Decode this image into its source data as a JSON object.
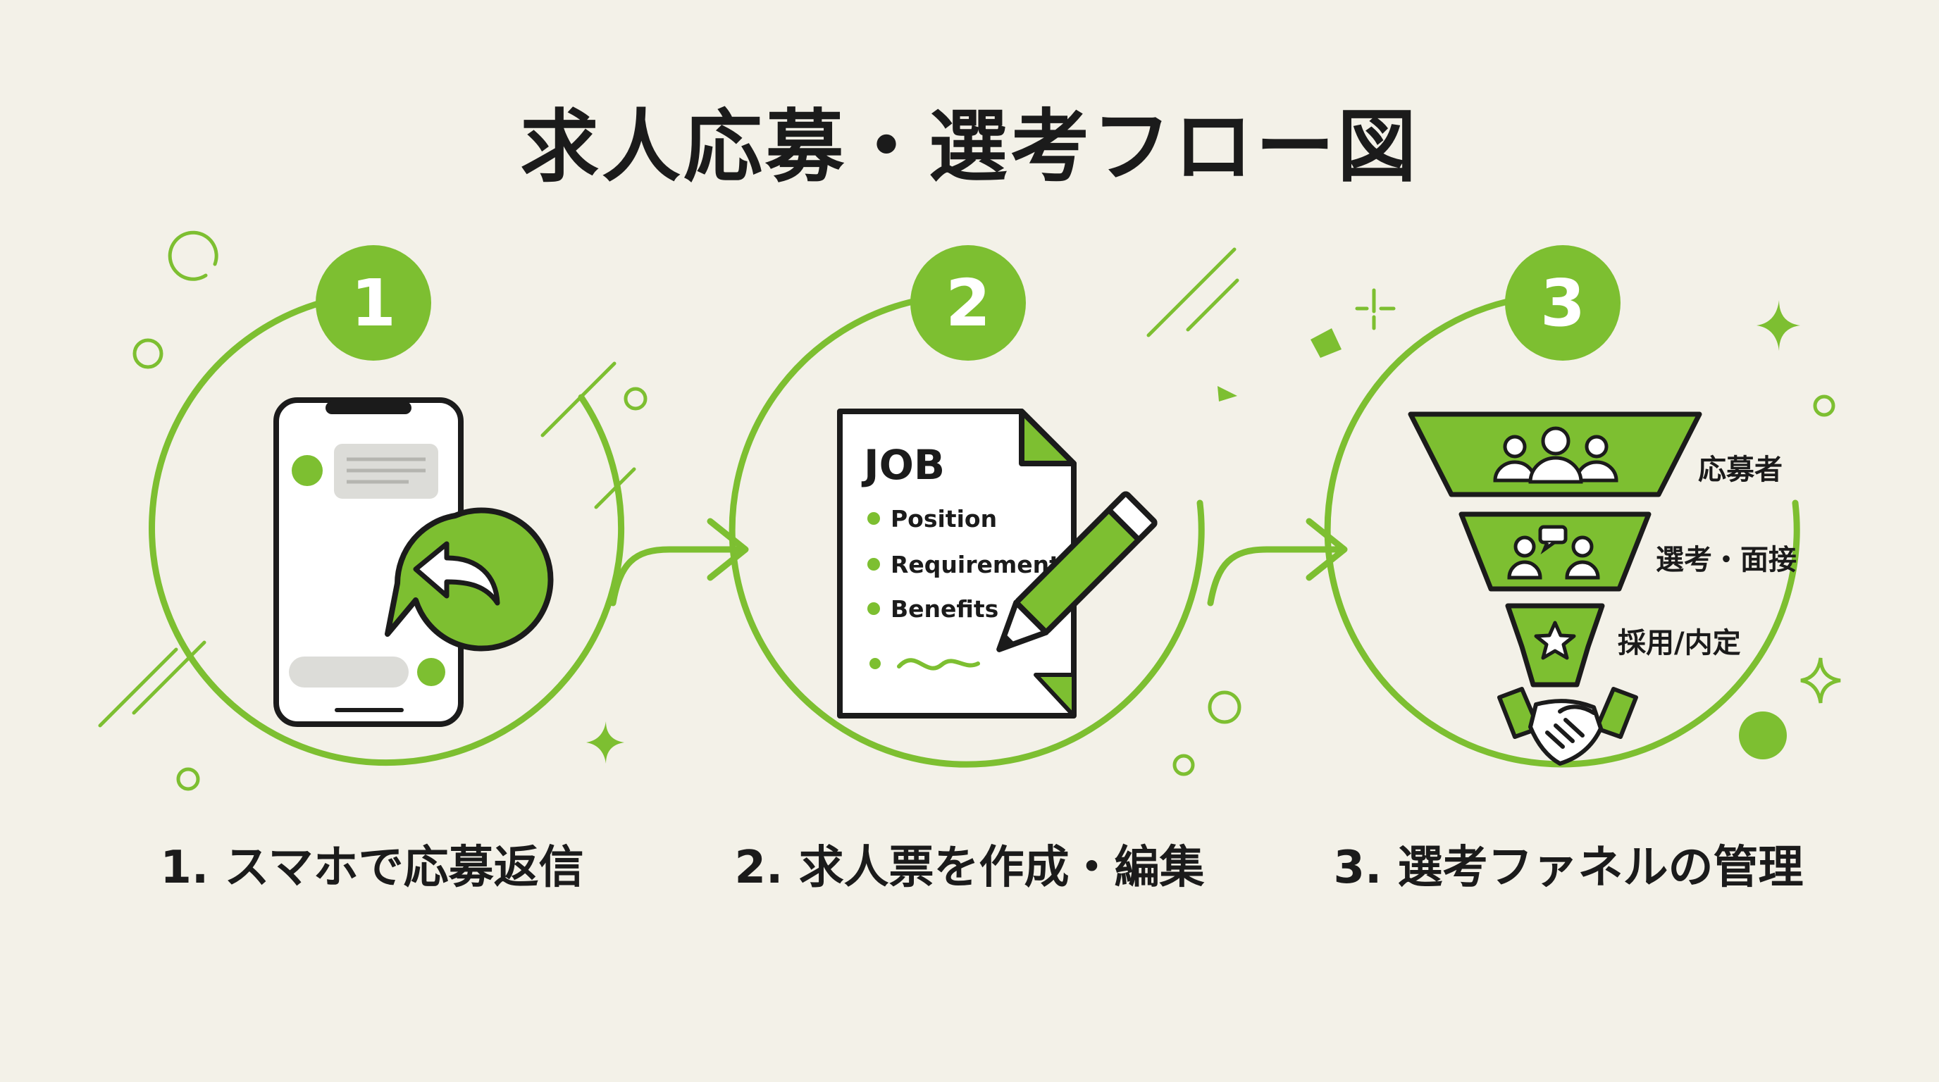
{
  "title": "求人応募・選考フロー図",
  "accent_color": "#7dbf31",
  "steps": [
    {
      "number": "1",
      "label": "1. スマホで応募返信",
      "icon": "smartphone-reply-icon"
    },
    {
      "number": "2",
      "label": "2. 求人票を作成・編集",
      "icon": "job-document-pencil-icon",
      "document": {
        "heading": "JOB",
        "items": [
          "Position",
          "Requirements",
          "Benefits"
        ]
      }
    },
    {
      "number": "3",
      "label": "3. 選考ファネルの管理",
      "icon": "funnel-icon",
      "funnel": [
        "応募者",
        "選考・面接",
        "採用/内定"
      ]
    }
  ]
}
